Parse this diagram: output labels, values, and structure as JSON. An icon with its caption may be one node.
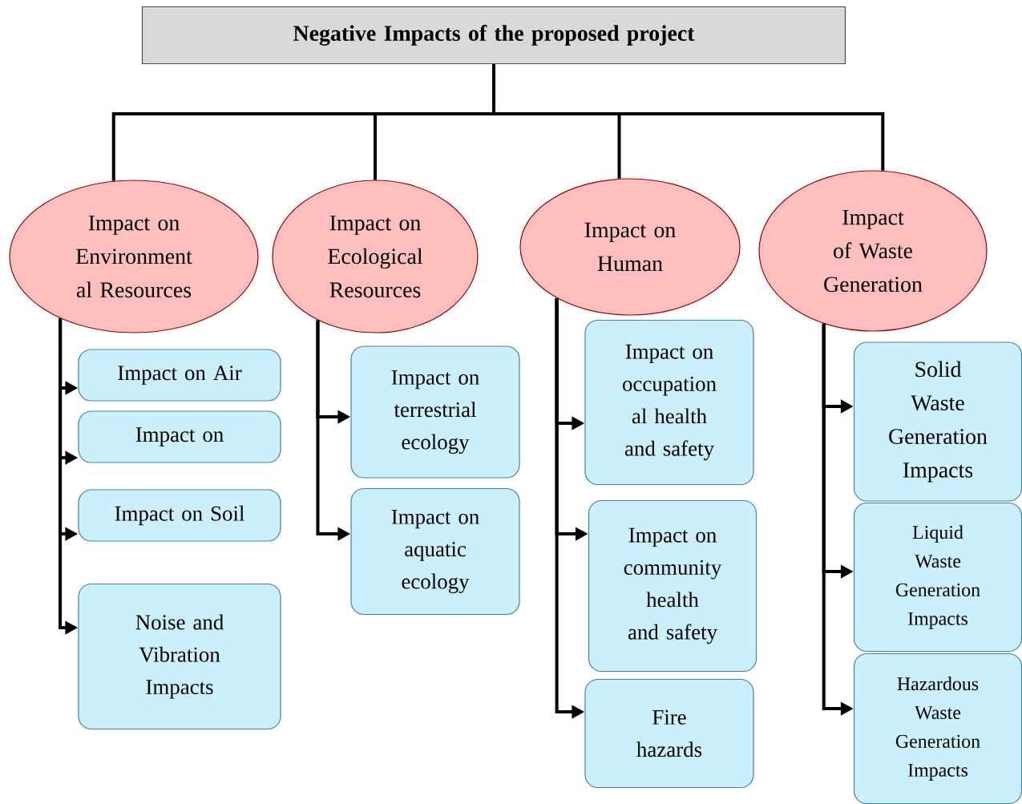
{
  "diagram": {
    "nodes": [
      {
        "text": [
          "Negative Impacts of the proposed project"
        ]
      },
      {
        "text": [
          "Impact on Environment al Resources"
        ]
      },
      {
        "text": [
          "Impact on Ecological Resources"
        ]
      },
      {
        "text": [
          "Impact on Human"
        ]
      },
      {
        "text": [
          "Impact of Waste Generation"
        ]
      },
      {
        "text": [
          "Impact on Air"
        ]
      },
      {
        "text": [
          "Impact on"
        ]
      },
      {
        "text": [
          "Impact on Soil"
        ]
      },
      {
        "text": [
          "Noise and Vibration Impacts"
        ]
      },
      {
        "text": [
          "Impact on terrestrial ecology"
        ]
      },
      {
        "text": [
          "Impact on aquatic ecology"
        ]
      },
      {
        "text": [
          "Impact on occupation al health and safety"
        ]
      },
      {
        "text": [
          "Impact on community health and safety"
        ]
      },
      {
        "text": [
          "Fire hazards"
        ]
      },
      {
        "text": [
          "Solid Waste Generation Impacts"
        ]
      },
      {
        "text": [
          "Liquid Waste Generation Impacts"
        ]
      },
      {
        "text": [
          "Hazardous Waste Generation Impacts"
        ]
      }
    ],
    "edges": [
      {
        "from": 0,
        "to": 1,
        "arrow": "none"
      },
      {
        "from": 0,
        "to": 2,
        "arrow": "none"
      },
      {
        "from": 0,
        "to": 3,
        "arrow": "none"
      },
      {
        "from": 0,
        "to": 4,
        "arrow": "none"
      },
      {
        "from": 1,
        "to": 5,
        "arrow": "to"
      },
      {
        "from": 1,
        "to": 6,
        "arrow": "to"
      },
      {
        "from": 1,
        "to": 7,
        "arrow": "to"
      },
      {
        "from": 1,
        "to": 8,
        "arrow": "to"
      },
      {
        "from": 2,
        "to": 9,
        "arrow": "to"
      },
      {
        "from": 2,
        "to": 10,
        "arrow": "to"
      },
      {
        "from": 3,
        "to": 11,
        "arrow": "to"
      },
      {
        "from": 3,
        "to": 12,
        "arrow": "to"
      },
      {
        "from": 3,
        "to": 13,
        "arrow": "to"
      },
      {
        "from": 4,
        "to": 14,
        "arrow": "to"
      },
      {
        "from": 4,
        "to": 15,
        "arrow": "to"
      },
      {
        "from": 4,
        "to": 16,
        "arrow": "to"
      }
    ]
  }
}
